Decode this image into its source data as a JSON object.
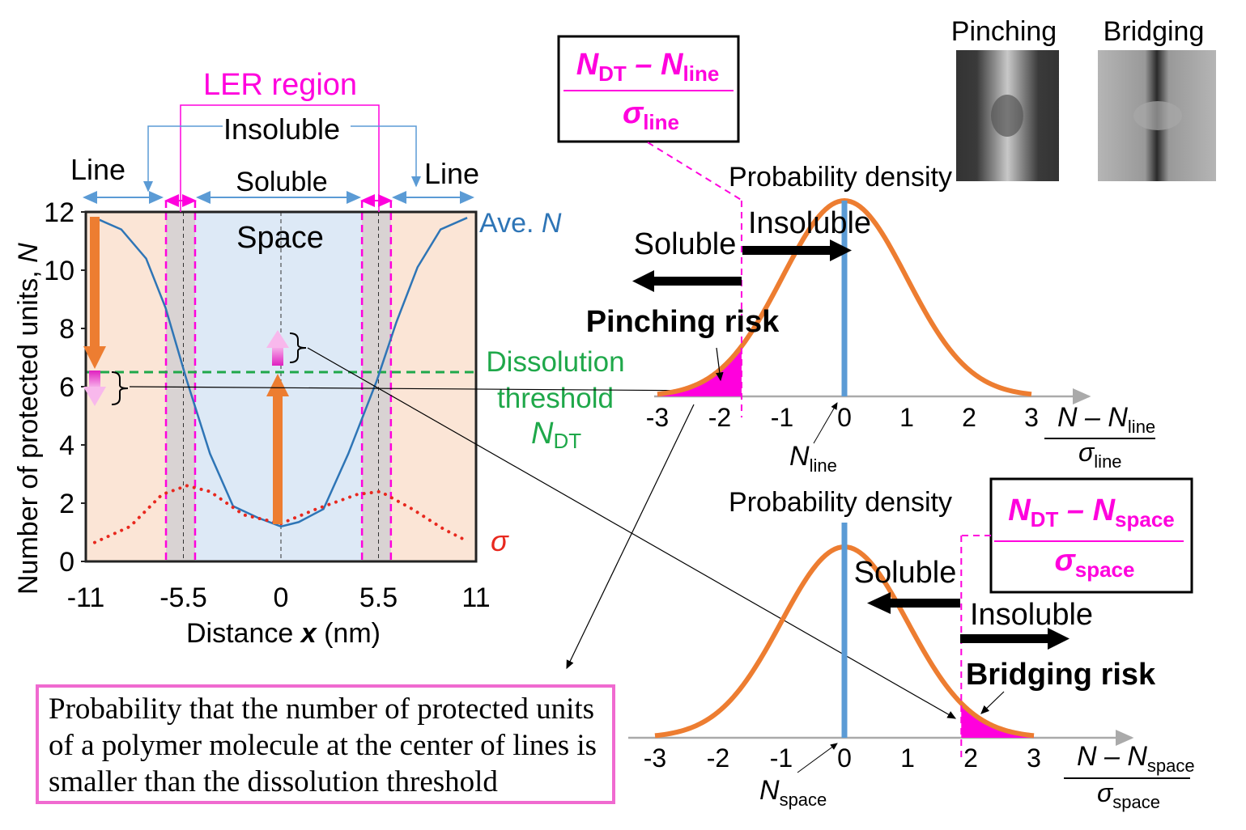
{
  "left_chart": {
    "title_ler": "LER region",
    "label_insoluble": "Insoluble",
    "label_line_left": "Line",
    "label_line_right": "Line",
    "label_soluble": "Soluble",
    "label_space": "Space",
    "label_ave": "Ave. ",
    "label_ave_N": "N",
    "label_sigma": "σ",
    "threshold_l1": "Dissolution",
    "threshold_l2": "threshold",
    "threshold_N": "N",
    "threshold_sub": "DT",
    "ylabel": "Number of protected units, ",
    "ylabel_N": "N",
    "xlabel_pre": "Distance ",
    "xlabel_x": "x",
    "xlabel_post": " (nm)",
    "xticks": [
      "-11",
      "-5.5",
      "0",
      "5.5",
      "11"
    ],
    "yticks": [
      "0",
      "2",
      "4",
      "6",
      "8",
      "10",
      "12"
    ]
  },
  "chart_data": {
    "type": "line",
    "xlim": [
      -11,
      11
    ],
    "ylim": [
      0,
      12
    ],
    "dissolution_threshold": 6.5,
    "space_region": [
      -4.84,
      4.57
    ],
    "ler_bands": [
      [
        -6.48,
        -4.84
      ],
      [
        4.57,
        6.2
      ]
    ],
    "series": [
      {
        "name": "Ave. N",
        "color": "#2e75b6",
        "x": [
          -10.5,
          -9,
          -7.6,
          -6.5,
          -5.3,
          -4,
          -2.7,
          -1.3,
          0,
          1,
          2.4,
          3.8,
          5.4,
          6.5,
          7.7,
          9,
          10.5
        ],
        "y": [
          11.8,
          11.4,
          10.4,
          8.7,
          6.2,
          3.7,
          1.9,
          1.5,
          1.2,
          1.35,
          1.8,
          3.7,
          6.2,
          8.2,
          10.1,
          11.4,
          11.8
        ]
      },
      {
        "name": "σ",
        "color": "#e8281e",
        "x": [
          -10.5,
          -8.5,
          -6.7,
          -5.3,
          -4,
          -2.1,
          0,
          2,
          4.3,
          5.6,
          7.4,
          9.2,
          10.5
        ],
        "y": [
          0.65,
          1.2,
          2.3,
          2.6,
          2.4,
          1.6,
          1.3,
          1.8,
          2.3,
          2.4,
          1.8,
          1.1,
          0.7
        ]
      }
    ]
  },
  "top_dist": {
    "title": "Probability density",
    "soluble": "Soluble",
    "insoluble": "Insoluble",
    "risk": "Pinching risk",
    "xticks": [
      "-3",
      "-2",
      "-1",
      "0",
      "1",
      "2",
      "3"
    ],
    "cutoff": -1.65,
    "tail": "left",
    "mean_label_N": "N",
    "mean_label_sub": "line",
    "axis_num_N": "N",
    "axis_num_dash": " – N",
    "axis_num_sub": "line",
    "axis_den": "σ",
    "axis_den_sub": "line",
    "formula_num_a": "N",
    "formula_num_a_sub": "DT",
    "formula_num_dash": " – N",
    "formula_num_b_sub": "line",
    "formula_den": "σ",
    "formula_den_sub": "line"
  },
  "bottom_dist": {
    "title": "Probability density",
    "soluble": "Soluble",
    "insoluble": "Insoluble",
    "risk": "Bridging risk",
    "xticks": [
      "-3",
      "-2",
      "-1",
      "0",
      "1",
      "2",
      "3"
    ],
    "cutoff": 1.85,
    "tail": "right",
    "mean_label_N": "N",
    "mean_label_sub": "space",
    "axis_num_N": "N",
    "axis_num_dash": " – N",
    "axis_num_sub": "space",
    "axis_den": "σ",
    "axis_den_sub": "space",
    "formula_num_a": "N",
    "formula_num_a_sub": "DT",
    "formula_num_dash": " – N",
    "formula_num_b_sub": "space",
    "formula_den": "σ",
    "formula_den_sub": "space"
  },
  "images": {
    "pinching": "Pinching",
    "bridging": "Bridging"
  },
  "note": "Probability that the number of protected units of a polymer molecule at the center of lines is smaller than the dissolution threshold",
  "colors": {
    "magenta": "#ff00dd",
    "green": "#1fa84a",
    "orange": "#ed7d31",
    "blue": "#2e75b6",
    "peach": "#fbe5d6",
    "lightblue": "#dde9f6"
  }
}
